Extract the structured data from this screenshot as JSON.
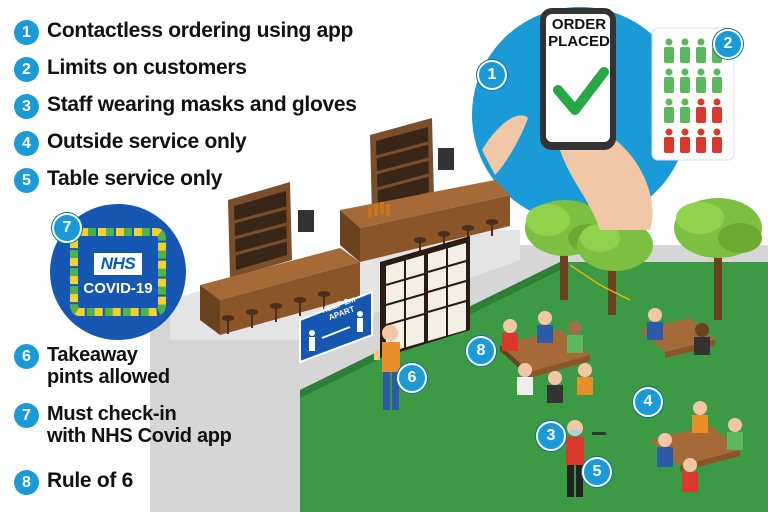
{
  "legend": [
    {
      "num": "1",
      "text": "Contactless ordering using app"
    },
    {
      "num": "2",
      "text": "Limits on customers"
    },
    {
      "num": "3",
      "text": "Staff wearing masks and gloves"
    },
    {
      "num": "4",
      "text": "Outside service only"
    },
    {
      "num": "5",
      "text": "Table service only"
    },
    {
      "num": "6",
      "text_line1": "Takeaway",
      "text_line2": "pints allowed"
    },
    {
      "num": "7",
      "text_line1": "Must check-in",
      "text_line2": "with NHS Covid app"
    },
    {
      "num": "8",
      "text": "Rule of 6"
    }
  ],
  "nhs_badge": {
    "logo": "NHS",
    "label": "COVID-19"
  },
  "phone": {
    "line1": "ORDER",
    "line2": "PLACED"
  },
  "sign": {
    "line1": "KEEP 2m",
    "line2": "APART"
  },
  "colors": {
    "badge_blue": "#1a9ad6",
    "nhs_blue": "#005eb8",
    "grass": "#3c9a45",
    "tick_green": "#27a844",
    "person_green": "#5cb85c",
    "person_red": "#d9382b"
  },
  "icons": [
    "check-icon",
    "person-icon",
    "hand-icon",
    "phone-icon",
    "tree-icon",
    "bar-counter-icon",
    "door-icon",
    "table-icon"
  ]
}
